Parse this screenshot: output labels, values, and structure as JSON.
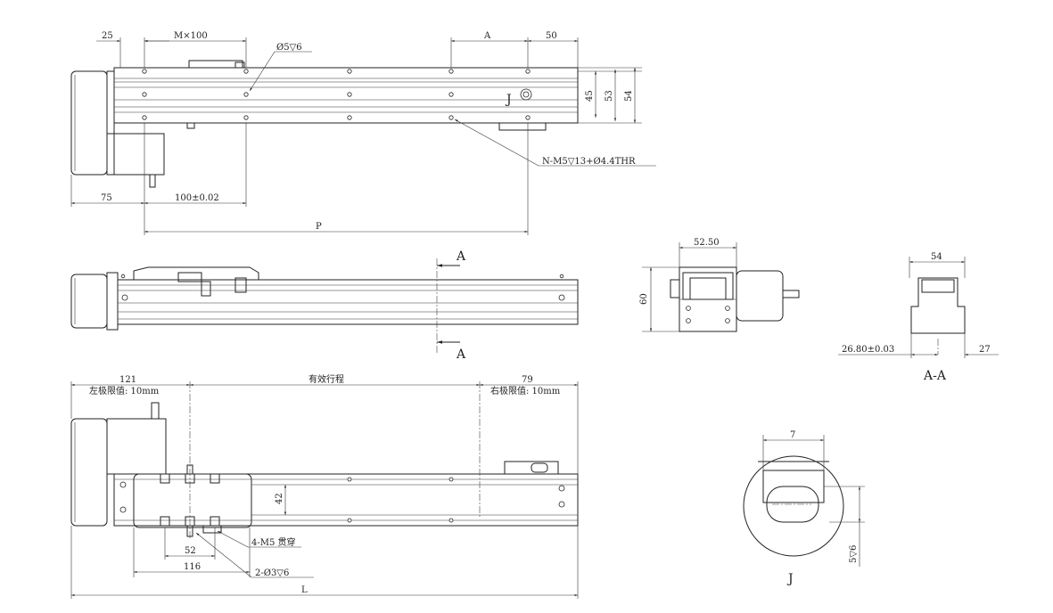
{
  "top_view": {
    "dim_25": "25",
    "dim_m100": "M×100",
    "dim_a": "A",
    "dim_50": "50",
    "hole_callout": "Ø5▽6",
    "dim_45": "45",
    "dim_53": "53",
    "dim_54": "54",
    "detail_mark": "J",
    "n_callout": "N-M5▽13+Ø4.4THR",
    "dim_75": "75",
    "dim_100_tol": "100±0.02",
    "dim_p": "P"
  },
  "side_view": {
    "section_mark_top": "A",
    "section_mark_bottom": "A"
  },
  "end_view": {
    "dim_52_50": "52.50",
    "dim_60": "60"
  },
  "section_view": {
    "dim_54": "54",
    "dim_26_80": "26.80±0.03",
    "dim_27": "27",
    "label": "A-A"
  },
  "bottom_view": {
    "dim_121": "121",
    "left_limit": "左极限值: 10mm",
    "effective_stroke": "有效行程",
    "dim_79": "79",
    "right_limit": "右极限值: 10mm",
    "dim_42": "42",
    "dim_52": "52",
    "dim_116": "116",
    "m5_callout": "4-M5 贯穿",
    "pin_callout": "2-Ø3▽6",
    "dim_l": "L"
  },
  "detail_j": {
    "dim_7": "7",
    "dim_5v6": "5▽6",
    "label": "J"
  }
}
